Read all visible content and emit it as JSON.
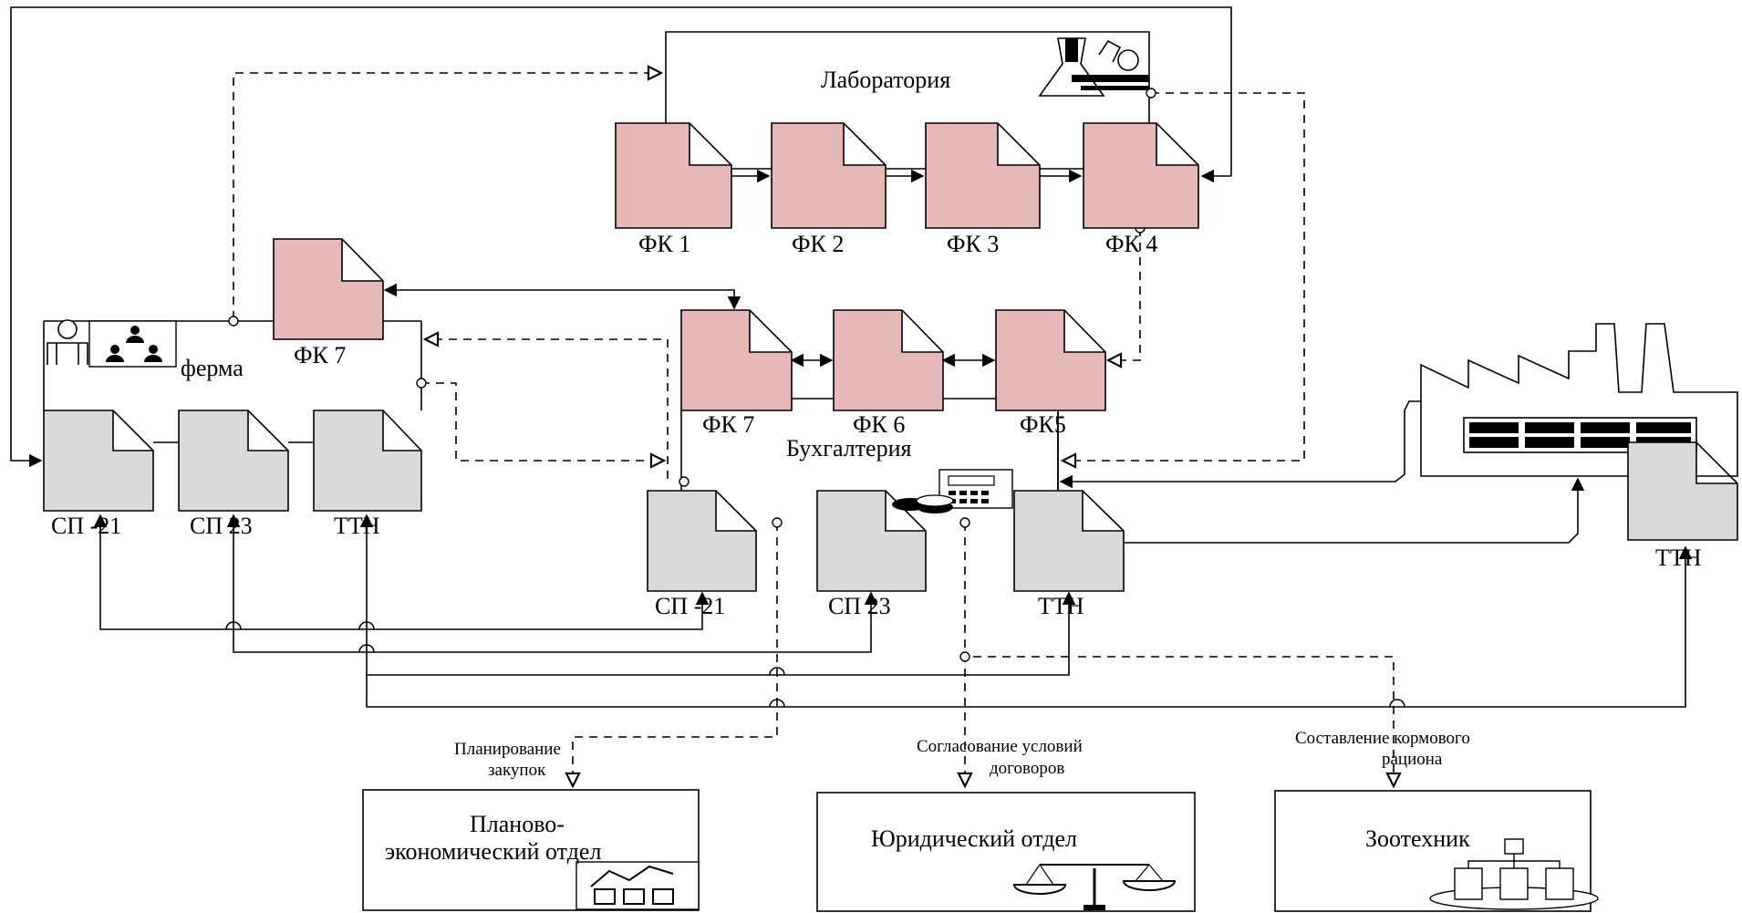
{
  "departments": {
    "laboratory": "Лаборатория",
    "farm": "ферма",
    "accounting": "Бухгалтерия"
  },
  "documents": {
    "lab": [
      "ФК 1",
      "ФК 2",
      "ФК 3",
      "ФК 4"
    ],
    "farm_form": "ФК 7",
    "farm": [
      "СП -21",
      "СП 23",
      "ТТН"
    ],
    "acc_forms": [
      "ФК 7",
      "ФК 6",
      "ФК5"
    ],
    "acc": [
      "СП -21",
      "СП 23",
      "ТТН"
    ],
    "plant": "ТТН"
  },
  "flows": {
    "planning": [
      "Планирование",
      "закупок"
    ],
    "contracts": [
      "Согласование условий",
      "договоров"
    ],
    "ration": [
      "Составление кормового",
      "рациона"
    ]
  },
  "units": {
    "planning_dept": [
      "Планово-",
      "экономический отдел"
    ],
    "legal_dept": "Юридический отдел",
    "zootechnician": "Зоотехник"
  },
  "colors": {
    "form_doc": "#e6b8b7",
    "record_doc": "#d9d9d9",
    "line": "#000000"
  }
}
